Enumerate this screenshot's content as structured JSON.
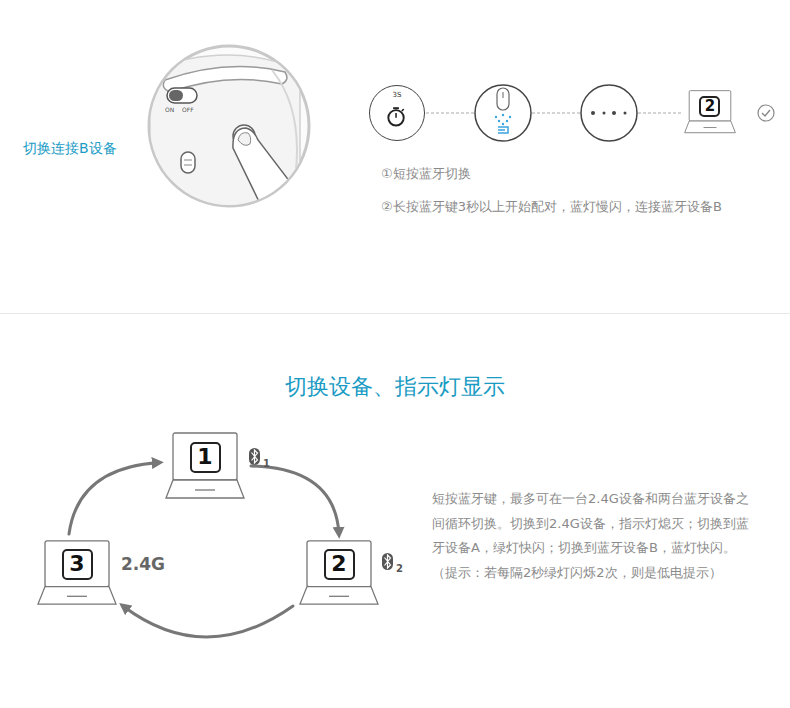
{
  "diagram": {
    "title": "切换设备、指示灯显示",
    "nodes": [
      {
        "text": [
          "3S"
        ]
      },
      {
        "text": [
          "2"
        ]
      },
      {
        "text": [
          "1"
        ]
      },
      {
        "text": [
          "2"
        ]
      },
      {
        "text": [
          "3"
        ]
      }
    ],
    "edges": [
      {
        "from": 2,
        "to": 3,
        "arrow": "to"
      },
      {
        "from": 3,
        "to": 4,
        "arrow": "to"
      },
      {
        "from": 4,
        "to": 2,
        "arrow": "to"
      }
    ],
    "labels": [
      "切换连接B设备",
      "ON",
      "OFF",
      "①短按蓝牙切换",
      "②长按蓝牙键3秒以上开始配对，蓝灯慢闪，连接蓝牙设备B",
      "1",
      "2",
      "2.4G",
      "短按蓝牙键，最多可在一台2.4G设备和两台蓝牙设备之间循环切换。切换到2.4G设备，指示灯熄灭；切换到蓝牙设备A，绿灯快闪；切换到蓝牙设备B，蓝灯快闪。（提示：若每隔2秒绿灯闪烁2次，则是低电提示）"
    ]
  }
}
